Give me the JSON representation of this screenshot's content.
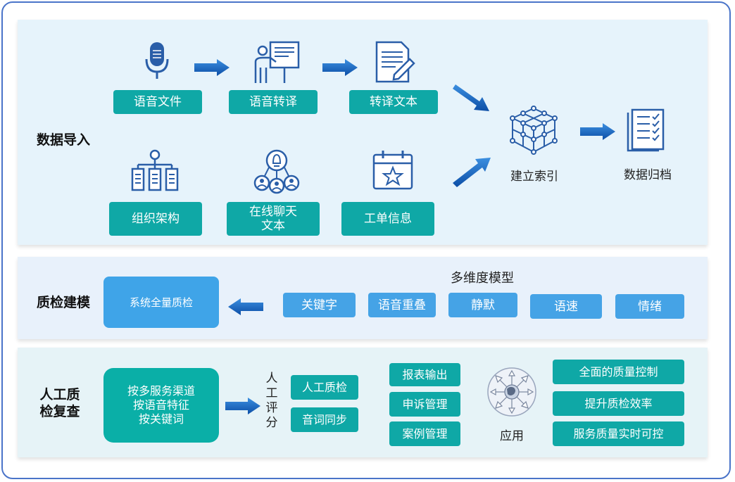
{
  "section1": {
    "label": "数据导入",
    "boxes": {
      "voice_file": "语音文件",
      "voice_transcribe": "语音转译",
      "transcribed_text": "转译文本",
      "org_structure": "组织架构",
      "online_chat_line1": "在线聊天",
      "online_chat_line2": "文本",
      "work_order": "工单信息"
    },
    "build_index": "建立索引",
    "data_archive": "数据归档"
  },
  "section2": {
    "label": "质检建模",
    "system_box": "系统全量质检",
    "model_title": "多维度模型",
    "models": [
      "关键字",
      "语音重叠",
      "静默",
      "语速",
      "情绪"
    ]
  },
  "section3": {
    "label_line1": "人工质",
    "label_line2": "检复查",
    "criteria": [
      "按多服务渠道",
      "按语音特征",
      "按关键词"
    ],
    "manual_score": [
      "人",
      "工",
      "评",
      "分"
    ],
    "score_items": [
      "人工质检",
      "音词同步"
    ],
    "reports": [
      "报表输出",
      "申诉管理",
      "案例管理"
    ],
    "apply": "应用",
    "benefits": [
      "全面的质量控制",
      "提升质检效率",
      "服务质量实时可控"
    ]
  },
  "colors": {
    "teal": "#0fa8a6",
    "blue": "#3fa4e8",
    "arrow": "#1565c0",
    "icon": "#2a5ea8",
    "frame": "#4a74c9"
  }
}
